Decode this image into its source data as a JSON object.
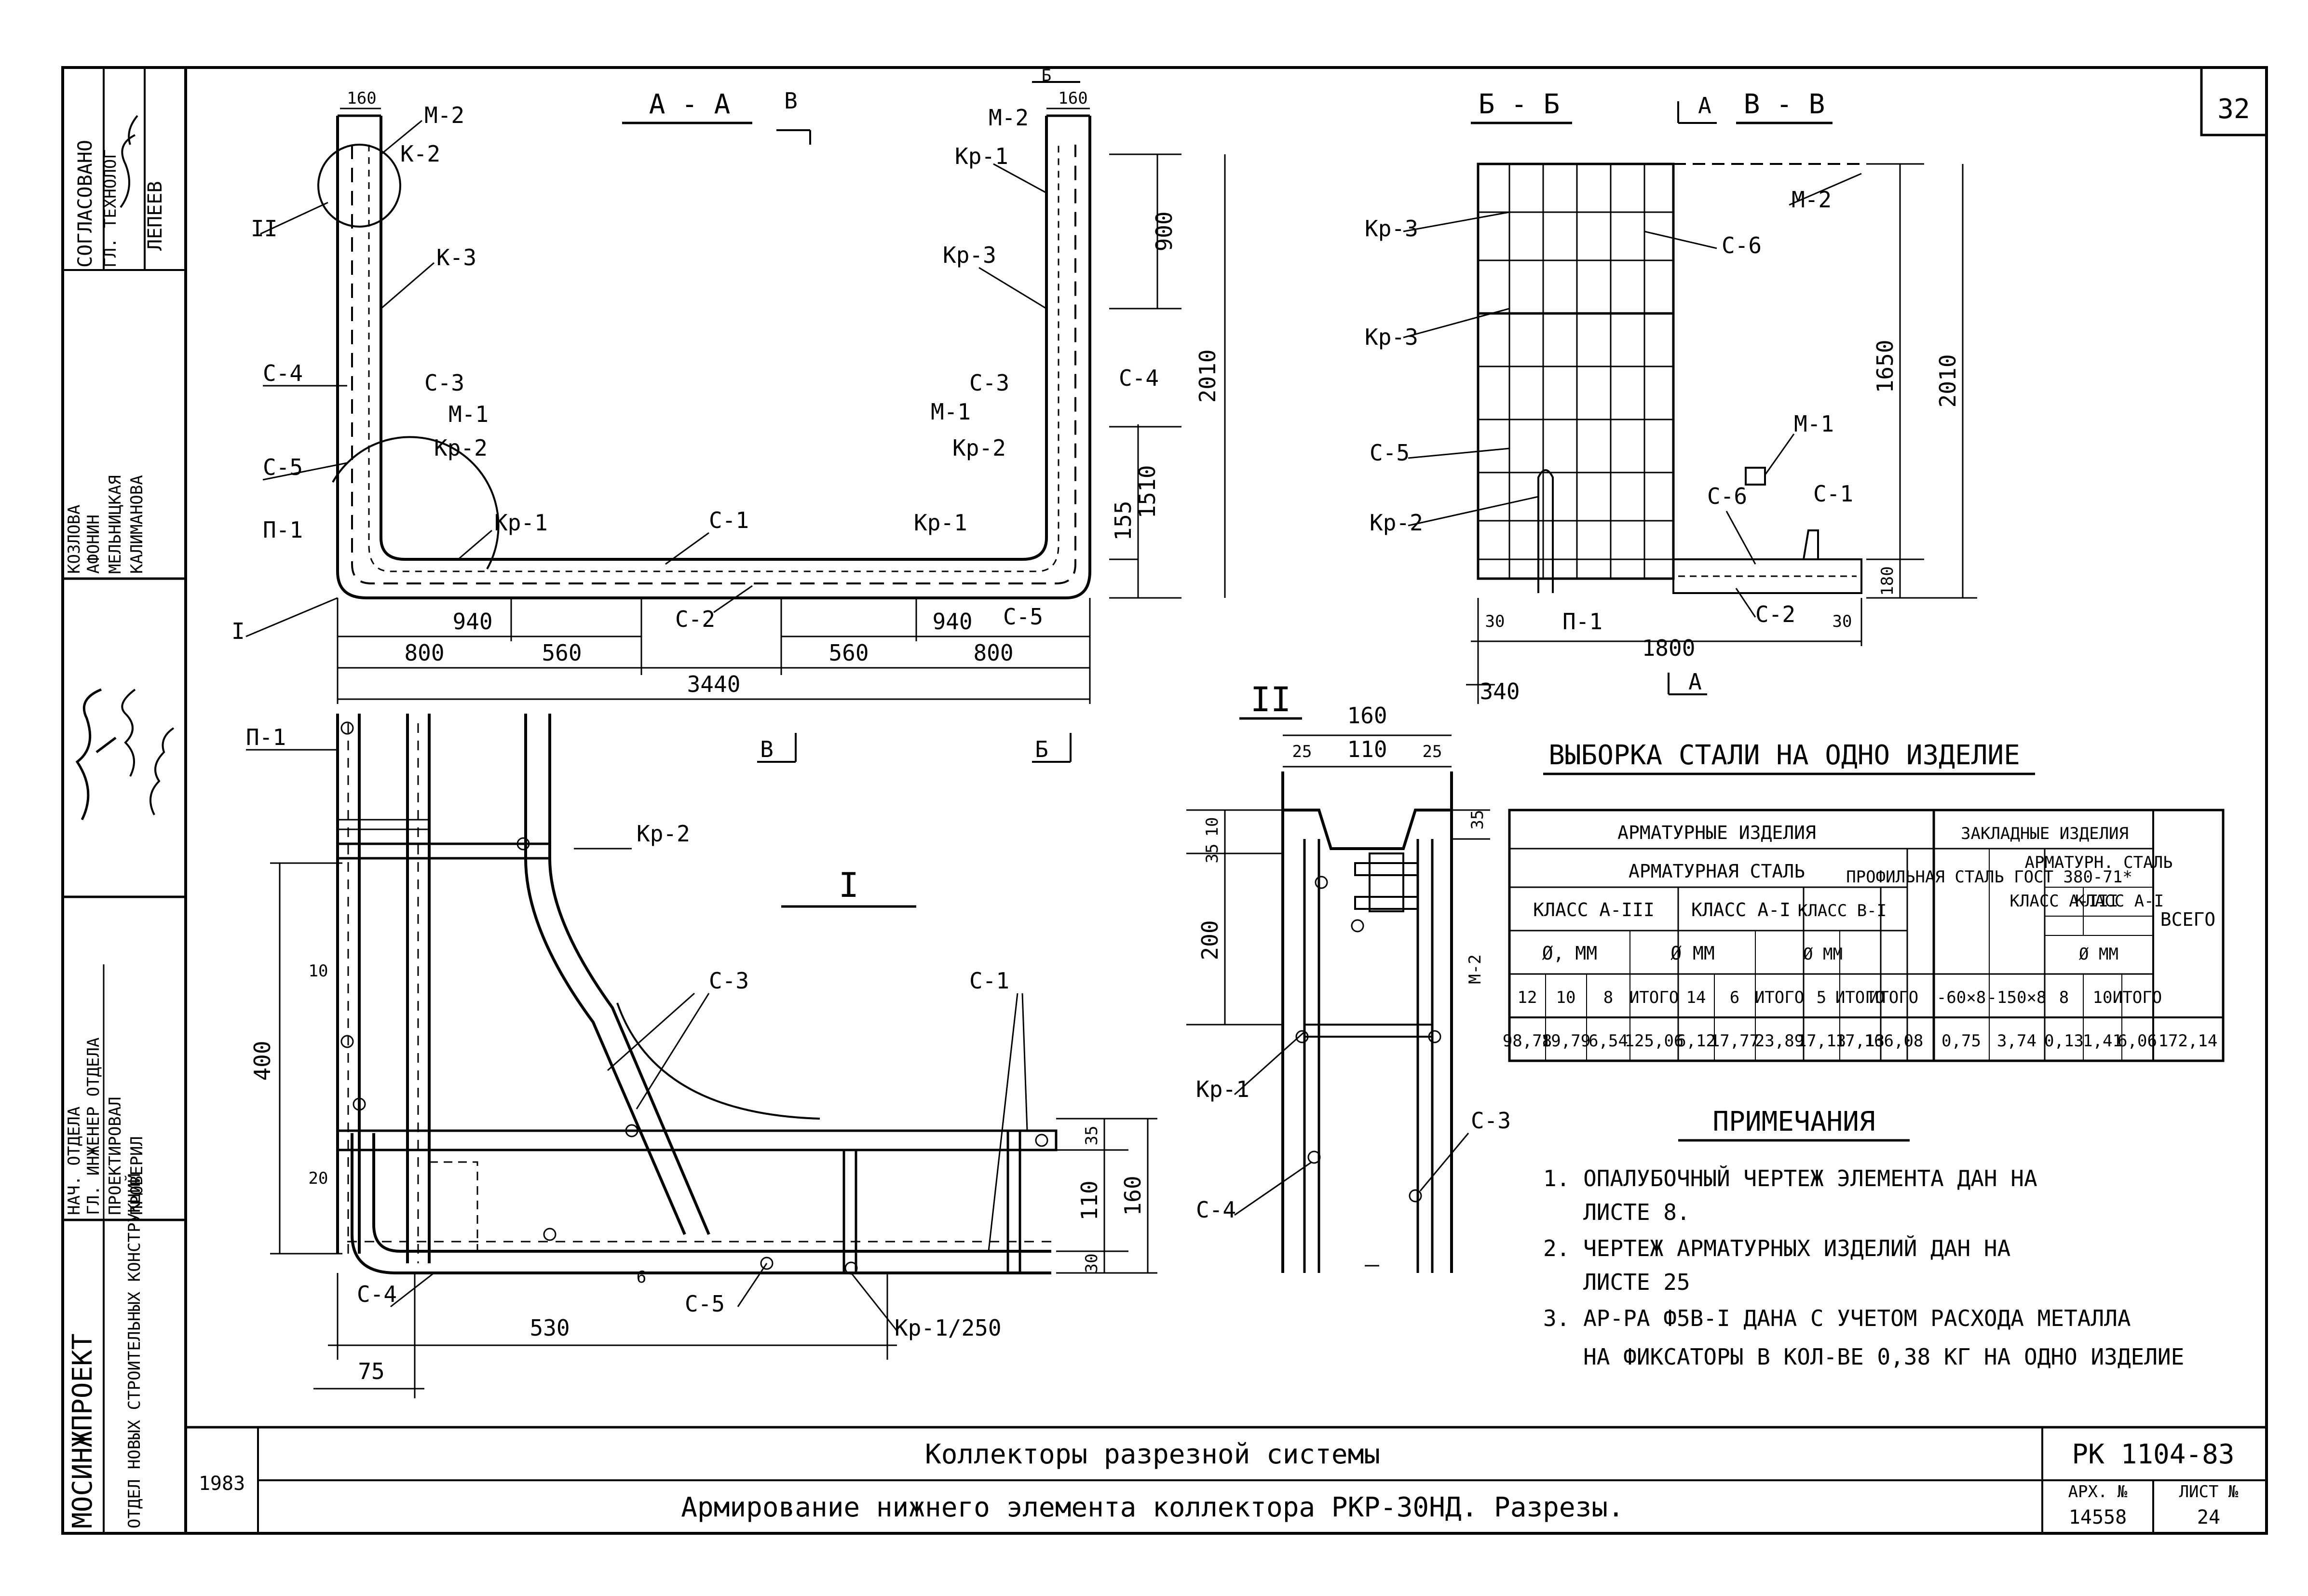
{
  "sheet_number": "32",
  "title_block": {
    "org": "МОСИНЖПРОЕКТ",
    "dept": "ОТДЕЛ НОВЫХ СТРОИТЕЛЬНЫХ КОНСТРУКЦИЙ",
    "roles": [
      "НАЧ. ОТДЕЛА",
      "ГЛ. ИНЖЕНЕР ОТДЕЛА",
      "ПРОЕКТИРОВАЛ",
      "ПРОВЕРИЛ"
    ],
    "names": [
      "КОЗЛОВА",
      "АФОНИН",
      "МЕЛЬНИЦКАЯ",
      "КАЛИМАНОВА"
    ],
    "approved": "СОГЛАСОВАНО",
    "approved_role": "ГЛ. ТЕХНОЛОГ",
    "approved_name": "ЛЕПЕЕВ",
    "year": "1983",
    "series_title": "Коллекторы разрезной системы",
    "sheet_title": "Армирование нижнего элемента коллектора РКР-30НД. Разрезы.",
    "code": "РК 1104-83",
    "arh_label": "АРХ. №",
    "arh_value": "14558",
    "list_label": "ЛИСТ №",
    "list_value": "24"
  },
  "section_aa": {
    "title": "А - А",
    "cut_mark_top": "В",
    "cut_mark_top_right": "Б",
    "cut_mark_bottom_left": "В",
    "cut_mark_bottom_right": "Б",
    "labels": [
      "М-2",
      "К-2",
      "К-3",
      "С-4",
      "С-3",
      "М-1",
      "Кр-2",
      "С-5",
      "П-1",
      "Кр-1",
      "С-1",
      "С-2",
      "С-5",
      "Кр-1",
      "С-3",
      "М-1",
      "Кр-2",
      "С-4",
      "Кр-3",
      "Кр-1",
      "М-2",
      "I",
      "II"
    ],
    "dims": {
      "top_left": "160",
      "top_right": "160",
      "h900": "900",
      "h2010": "2010",
      "h1510": "1510",
      "h155": "155",
      "d940a": "940",
      "d940b": "940",
      "d800a": "800",
      "d560a": "560",
      "d560b": "560",
      "d800b": "800",
      "d3440": "3440"
    }
  },
  "section_bb": {
    "title": "Б - Б",
    "title2": "В - В",
    "cut_mark": "А",
    "labels": [
      "Кр-3",
      "С-6",
      "Кр-3",
      "М-2",
      "С-5",
      "М-1",
      "Кр-2",
      "С-6",
      "С-1",
      "П-1",
      "С-2"
    ],
    "dims": {
      "h1650": "1650",
      "h2010": "2010",
      "h180": "180",
      "d30a": "30",
      "d30b": "30",
      "d1800": "1800",
      "d340": "340"
    }
  },
  "detail_I": {
    "title": "I",
    "labels": [
      "П-1",
      "Кр-2",
      "С-3",
      "С-1",
      "С-4",
      "С-5",
      "Кр-1/250"
    ],
    "dims": {
      "h400": "400",
      "d10": "10",
      "d20": "20",
      "d530": "530",
      "d75": "75",
      "d35": "35",
      "d110": "110",
      "d160": "160",
      "d30": "30",
      "d6": "6"
    }
  },
  "detail_II": {
    "title": "II",
    "labels": [
      "М-2",
      "Кр-1",
      "С-4",
      "С-3"
    ],
    "dims": {
      "w160": "160",
      "w25a": "25",
      "w110": "110",
      "w25b": "25",
      "h10": "10",
      "h35a": "35",
      "h35b": "35",
      "h200": "200"
    }
  },
  "steel_table": {
    "title": "ВЫБОРКА СТАЛИ НА ОДНО ИЗДЕЛИЕ",
    "group1": "АРМАТУРНЫЕ ИЗДЕЛИЯ",
    "group1_sub": "АРМАТУРНАЯ СТАЛЬ",
    "group2": "ЗАКЛАДНЫЕ ИЗДЕЛИЯ",
    "class_a3": "КЛАСС А-III",
    "class_a1": "КЛАСС А-I",
    "class_b1": "КЛАСС В-I",
    "diam_mm": "Ø, ММ",
    "diam_mm2": "Ø ММ",
    "diam_mm3": "Ø ММ",
    "prof_steel": "ПРОФИЛЬНАЯ СТАЛЬ ГОСТ 380-71*",
    "arm_steel": "АРМАТУРН. СТАЛЬ",
    "cls_a3_short": "КЛАСС А-III",
    "cls_a1_short": "КЛАСС А-I",
    "total_all": "ВСЕГО",
    "headers": [
      "12",
      "10",
      "8",
      "ИТОГО",
      "14",
      "6",
      "ИТОГО",
      "5",
      "ИТОГО",
      "ИТОГО",
      "-60×8",
      "-150×8",
      "8",
      "10",
      "ИТОГО"
    ],
    "values": [
      "98,78",
      "19,79",
      "6,54",
      "125,06",
      "6,12",
      "17,77",
      "23,89",
      "17,13",
      "17,13",
      "166,08",
      "0,75",
      "3,74",
      "0,13",
      "1,41",
      "6,06",
      "172,14"
    ]
  },
  "notes": {
    "title": "ПРИМЕЧАНИЯ",
    "items": [
      "1. Опалубочный чертеж элемента дан на листе 8.",
      "2. Чертеж арматурных изделий дан на листе 25",
      "3. Ар-ра Ф5В-I дана с учетом расхода металла на фиксаторы в кол-ве 0,38 кг на одно изделие"
    ],
    "lines": [
      "1. ОПАЛУБОЧНЫЙ ЧЕРТЕЖ ЭЛЕМЕНТА ДАН НА",
      "   ЛИСТЕ 8.",
      "2. ЧЕРТЕЖ АРМАТУРНЫХ ИЗДЕЛИЙ ДАН НА",
      "   ЛИСТЕ 25",
      "3. АР-РА Ф5В-I ДАНА С УЧЕТОМ РАСХОДА МЕТАЛЛА",
      "   НА ФИКСАТОРЫ В КОЛ-ВЕ 0,38 КГ НА ОДНО ИЗДЕЛИЕ"
    ]
  }
}
